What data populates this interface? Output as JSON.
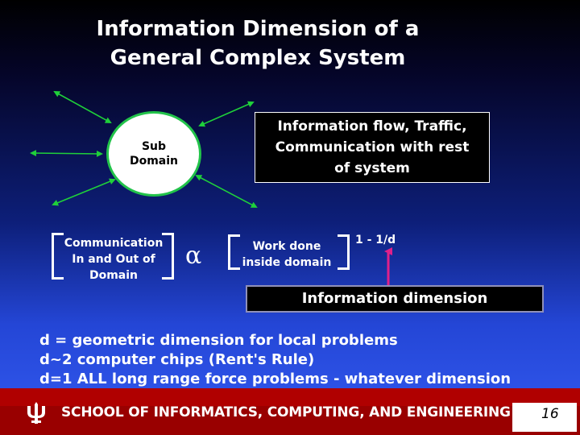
{
  "slide": {
    "title_line1": "Information Dimension of a",
    "title_line2": "General Complex System",
    "subdomain_line1": "Sub",
    "subdomain_line2": "Domain",
    "infoflow_line1": "Information flow, Traffic,",
    "infoflow_line2": "Communication with rest",
    "infoflow_line3": "of system",
    "comm_line1": "Communication",
    "comm_line2": "In and Out of",
    "comm_line3": "Domain",
    "proportional_symbol": "α",
    "work_line1": "Work done",
    "work_line2": "inside domain",
    "exponent": "1 - 1/d",
    "info_dimension_label": "Information dimension",
    "bullets": [
      "d = geometric dimension for local problems",
      "d~2  computer chips (Rent's Rule)",
      "d=1  ALL long range force problems - whatever dimension"
    ]
  },
  "footer": {
    "school": "SCHOOL OF INFORMATICS, COMPUTING, AND ENGINEERING",
    "page_number": "16",
    "colors": {
      "crimson": "#990000",
      "slide_blue": "#2446d6"
    },
    "logo_icon": "trident-icon"
  }
}
